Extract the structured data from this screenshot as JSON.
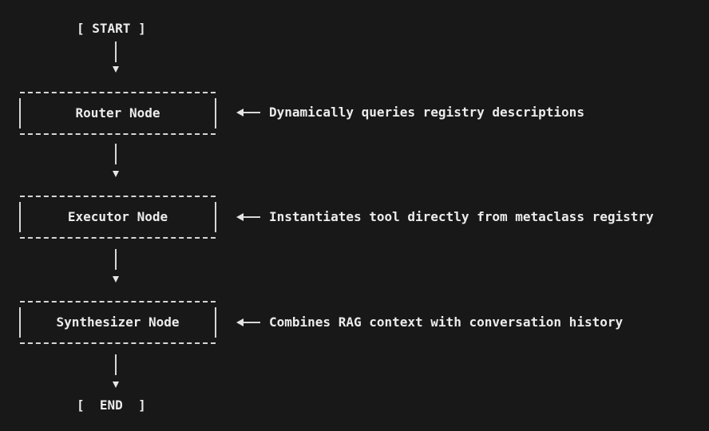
{
  "flow": {
    "start_label": "[ START ]",
    "end_label": "[  END  ]",
    "nodes": [
      {
        "label": "Router Node",
        "annotation": "Dynamically queries registry descriptions"
      },
      {
        "label": "Executor Node",
        "annotation": "Instantiates tool directly from metaclass registry"
      },
      {
        "label": "Synthesizer Node",
        "annotation": "Combines RAG context with conversation history"
      }
    ]
  },
  "colors": {
    "background": "#181818",
    "text": "#ececec",
    "line": "#d6d6d6"
  }
}
